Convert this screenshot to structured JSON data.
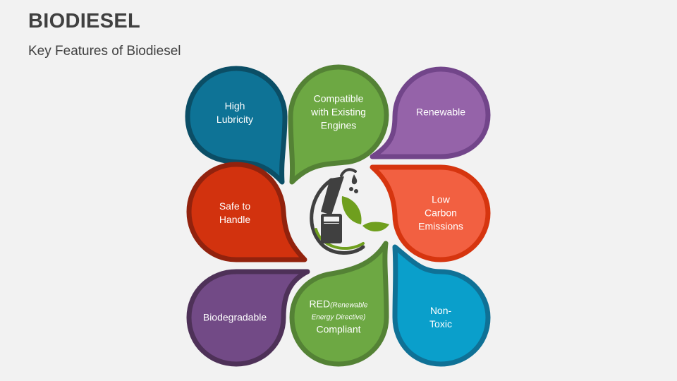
{
  "header": {
    "title": "BIODIESEL",
    "subtitle": "Key Features of Biodiesel"
  },
  "center_icon": "biodiesel-fuel-nozzle-with-leaves-icon",
  "features": [
    {
      "id": "high-lubricity",
      "lines": [
        "High",
        "Lubricity"
      ],
      "fill": "#0E7396",
      "stroke": "#0B4E66"
    },
    {
      "id": "compatible",
      "lines": [
        "Compatible",
        "with Existing",
        "Engines"
      ],
      "fill": "#6DA843",
      "stroke": "#548235"
    },
    {
      "id": "renewable",
      "lines": [
        "Renewable"
      ],
      "fill": "#9563A9",
      "stroke": "#72458A"
    },
    {
      "id": "safe-to-handle",
      "lines": [
        "Safe to",
        "Handle"
      ],
      "fill": "#D2320E",
      "stroke": "#92220D"
    },
    {
      "id": "low-carbon",
      "lines": [
        "Low",
        "Carbon",
        "Emissions"
      ],
      "fill": "#F26041",
      "stroke": "#D6350F"
    },
    {
      "id": "biodegradable",
      "lines": [
        "Biodegradable"
      ],
      "fill": "#724A86",
      "stroke": "#4E3158"
    },
    {
      "id": "red-compliant",
      "red": "RED",
      "red_detail_1": "(Renewable",
      "red_detail_2": "Energy Directive)",
      "line3": "Compliant",
      "fill": "#6DA843",
      "stroke": "#548235"
    },
    {
      "id": "non-toxic",
      "lines": [
        "Non-",
        "Toxic"
      ],
      "fill": "#0A9FCB",
      "stroke": "#0F7196"
    }
  ]
}
